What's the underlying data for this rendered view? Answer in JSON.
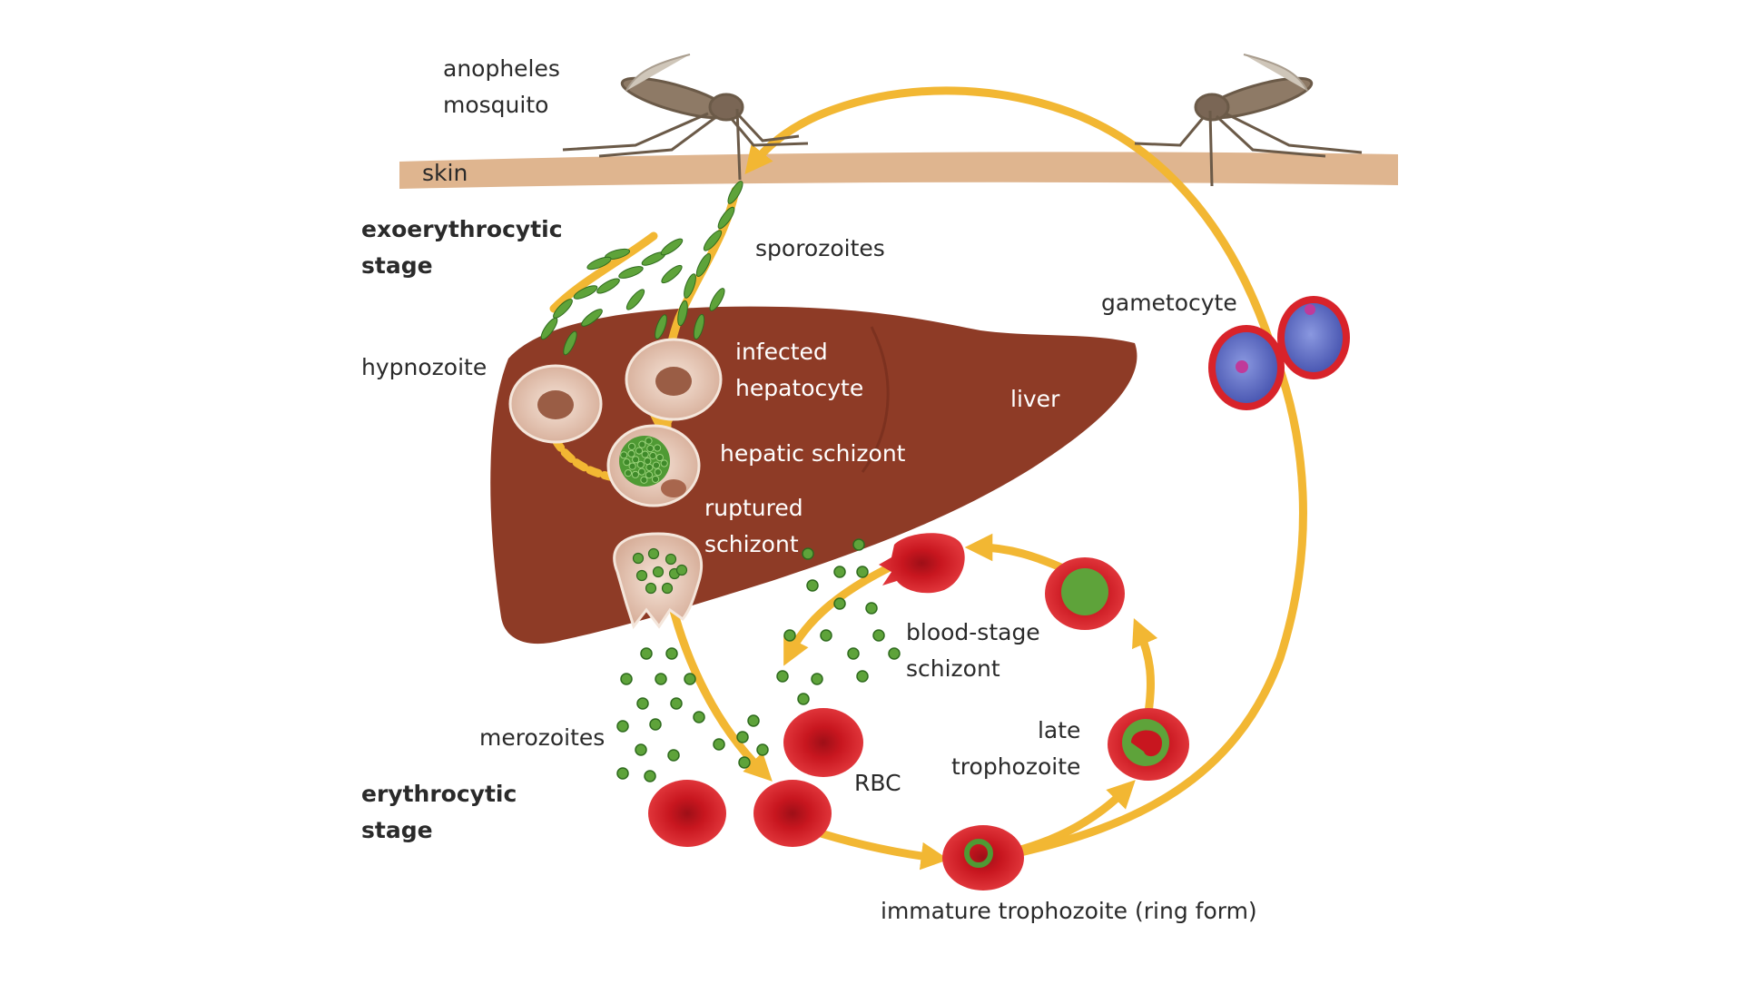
{
  "labels": {
    "mosquito": [
      "anopheles",
      "mosquito"
    ],
    "skin": "skin",
    "exoerythrocytic_stage": [
      "exoerythrocytic",
      "stage"
    ],
    "sporozoites": "sporozoites",
    "hypnozoite": "hypnozoite",
    "infected_hepatocyte": [
      "infected",
      "hepatocyte"
    ],
    "liver": "liver",
    "hepatic_schizont": "hepatic schizont",
    "ruptured_schizont": [
      "ruptured",
      "schizont"
    ],
    "gametocyte": "gametocyte",
    "blood_stage_schizont": [
      "blood-stage",
      "schizont"
    ],
    "late_trophozoite": [
      "late",
      "trophozoite"
    ],
    "merozoites": "merozoites",
    "rbc": "RBC",
    "erythrocytic_stage": [
      "erythrocytic",
      "stage"
    ],
    "ring_form": "immature trophozoite (ring form)"
  },
  "colors": {
    "arrow": "#f2b733",
    "liver": "#8e3b26",
    "skin": "#dfb58f",
    "rbc": "#d8232a",
    "parasite": "#5ea33a",
    "gametocyte": "#6674c6",
    "hepatocyte": "#e8c9b6"
  }
}
